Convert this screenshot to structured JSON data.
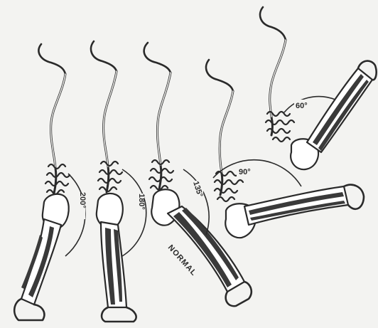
{
  "labels": {
    "angle_200": "200°",
    "angle_180": "180°",
    "angle_135": "135°",
    "angle_90": "90°",
    "angle_60": "60°",
    "normal": "NORMAL"
  }
}
